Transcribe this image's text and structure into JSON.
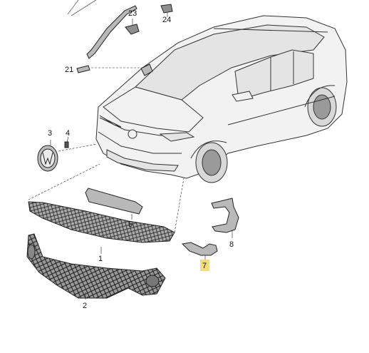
{
  "callouts": {
    "c1": "1",
    "c2": "2",
    "c3": "3",
    "c4": "4",
    "c5": "5",
    "c7": "7",
    "c8": "8",
    "c21": "21",
    "c23": "23",
    "c24": "24"
  },
  "highlight_color": "#f3dc7a"
}
